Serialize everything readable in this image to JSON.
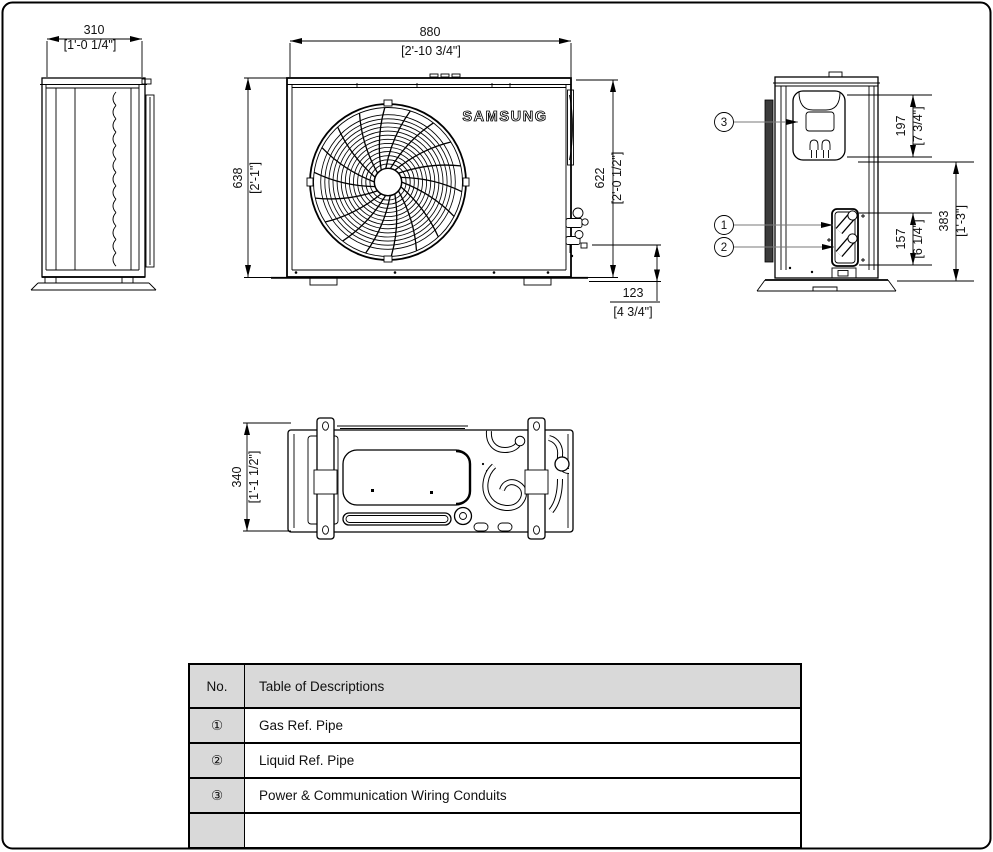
{
  "brand_logo": "SAMSUNG",
  "dims": {
    "left_width_mm": "310",
    "left_width_ft": "[1'-0 1/4\"]",
    "front_width_mm": "880",
    "front_width_ft": "[2'-10 3/4\"]",
    "front_height_mm": "638",
    "front_height_ft": "[2'-1\"]",
    "right_height_mm": "622",
    "right_height_ft": "[2'-0 1/2\"]",
    "pipe_offset_mm": "123",
    "pipe_offset_ft": "[4 3/4\"]",
    "conduit_mm": "197",
    "conduit_ft": "[7 3/4\"]",
    "pipe_panel_mm": "157",
    "pipe_panel_ft": "[6 1/4\"]",
    "pipe_zone_mm": "383",
    "pipe_zone_ft": "[1'-3\"]",
    "depth_mm": "340",
    "depth_ft": "[1'-1 1/2\"]"
  },
  "callouts": {
    "c1": "1",
    "c2": "2",
    "c3": "3"
  },
  "table": {
    "header_no": "No.",
    "header_desc": "Table of Descriptions",
    "rows": [
      {
        "no": "①",
        "desc": "Gas Ref. Pipe"
      },
      {
        "no": "②",
        "desc": "Liquid Ref. Pipe"
      },
      {
        "no": "③",
        "desc": "Power & Communication Wiring Conduits"
      },
      {
        "no": "",
        "desc": ""
      }
    ]
  }
}
